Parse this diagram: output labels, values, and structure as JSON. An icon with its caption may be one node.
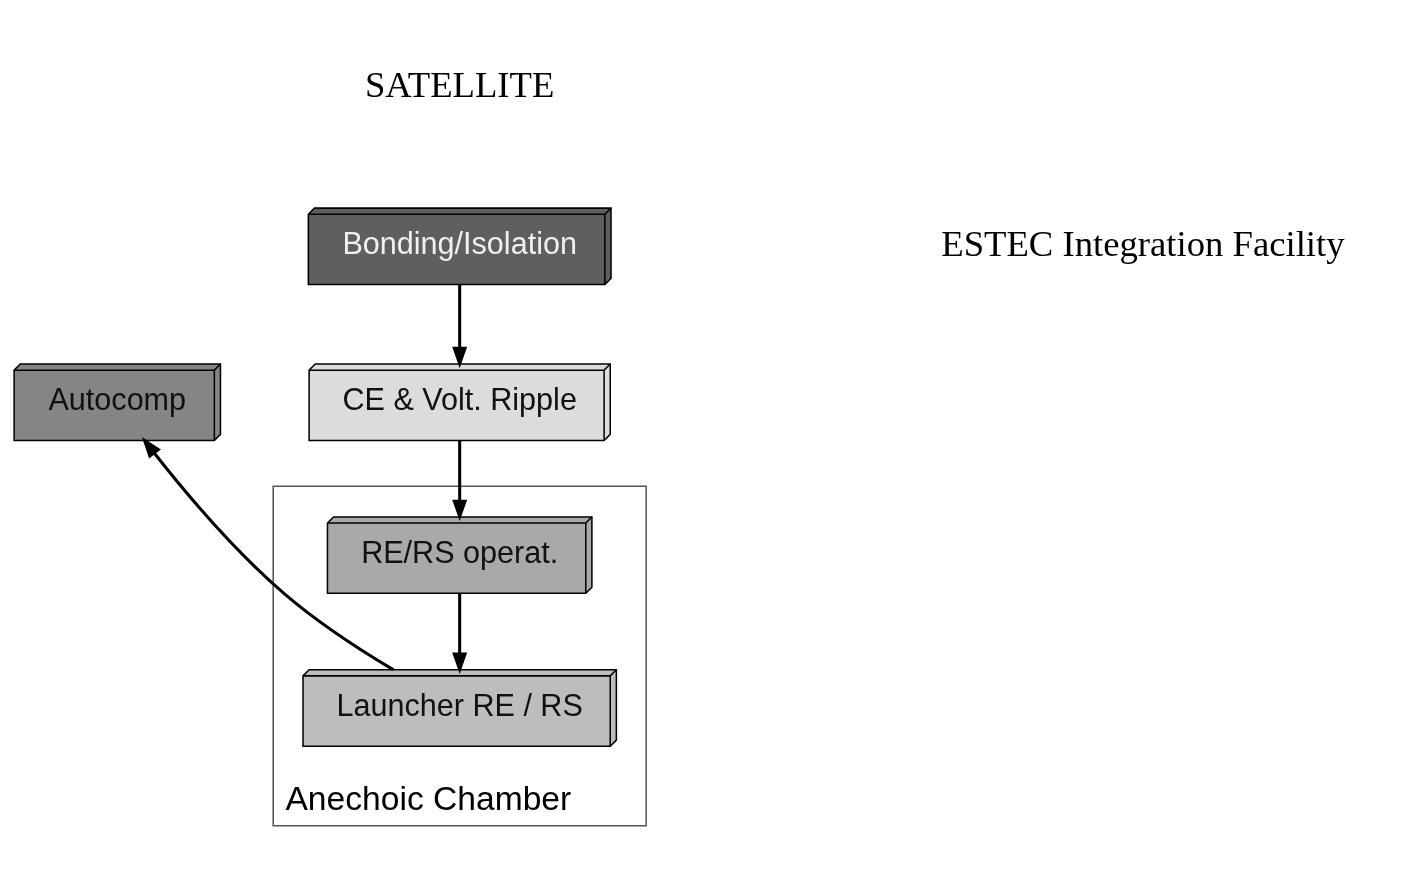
{
  "diagram": {
    "nodes": [
      {
        "text": [
          "Bonding/Isolation"
        ]
      },
      {
        "text": [
          "CE & Volt. Ripple"
        ]
      },
      {
        "text": [
          "Anechoic Chamber"
        ]
      },
      {
        "text": [
          "RE/RS operat."
        ],
        "in": 2
      },
      {
        "text": [
          "Launcher RE / RS"
        ],
        "in": 2
      },
      {
        "text": [
          "Autocomp"
        ]
      }
    ],
    "edges": [
      {
        "from": 0,
        "to": 1,
        "arrow": "to"
      },
      {
        "from": 1,
        "to": 3,
        "arrow": "to"
      },
      {
        "from": 3,
        "to": 4,
        "arrow": "to"
      },
      {
        "from": 4,
        "to": 5,
        "arrow": "to"
      }
    ],
    "labels": [
      "SATELLITE",
      "ESTEC Integration Facility"
    ]
  }
}
